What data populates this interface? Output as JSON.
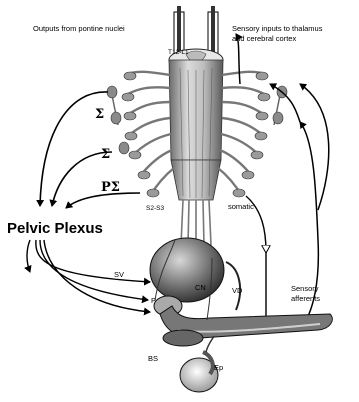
{
  "labels": {
    "outputs": "Outputs from pontine nuclei",
    "sensory_inputs_1": "Sensory inputs to thalamus",
    "sensory_inputs_2": "and cerebral cortex",
    "t12": "T12-L1",
    "sigma1": "Σ",
    "sigma2": "Σ",
    "psigma": "PΣ",
    "s2s3": "S2-S3",
    "somatic": "somatic",
    "pelvic_plexus": "Pelvic Plexus",
    "sv": "SV",
    "cn": "CN",
    "p": "P",
    "vd": "VD",
    "sensory_afferents_1": "Sensory",
    "sensory_afferents_2": "afferents",
    "bs": "BS",
    "ep": "Ep"
  }
}
